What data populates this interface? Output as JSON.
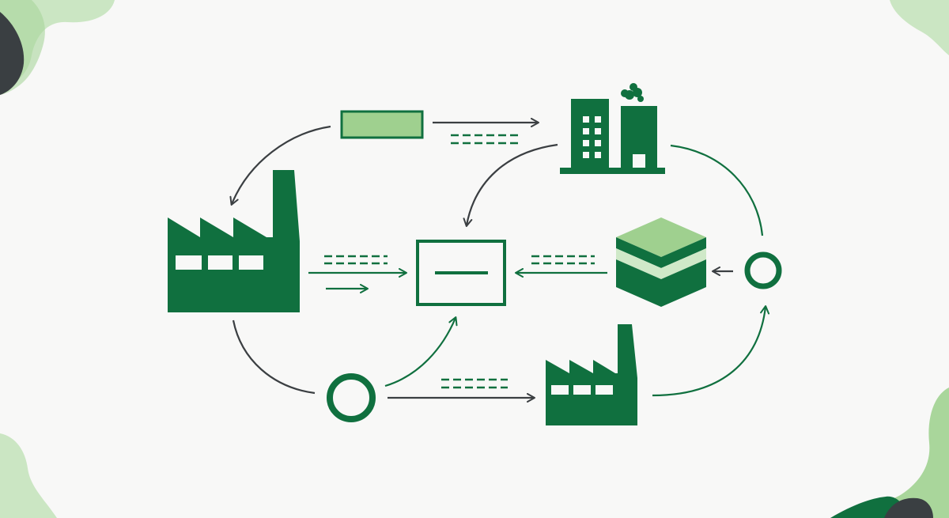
{
  "colors": {
    "background": "#f8f8f7",
    "dark_green": "#10703f",
    "light_green": "#9fd08f",
    "pale_green": "#cfe9c8",
    "blob_light": "#cbe6c3",
    "blob_mid": "#a9d69b",
    "charcoal": "#3a3f42",
    "arrow_dark": "#3b3f42"
  },
  "nodes": [
    {
      "id": "green-bar",
      "icon": "horizontal-bar-icon"
    },
    {
      "id": "office-building",
      "icon": "office-building-with-smoke-icon"
    },
    {
      "id": "large-factory",
      "icon": "factory-icon"
    },
    {
      "id": "center-box",
      "icon": "rectangle-with-dash-icon"
    },
    {
      "id": "layer-stack",
      "icon": "stacked-layers-icon"
    },
    {
      "id": "ring-right",
      "icon": "ring-icon"
    },
    {
      "id": "ring-bottom",
      "icon": "ring-icon"
    },
    {
      "id": "small-factory",
      "icon": "factory-icon"
    }
  ],
  "connections": [
    {
      "from": "green-bar",
      "to": "office-building"
    },
    {
      "from": "green-bar",
      "to": "large-factory"
    },
    {
      "from": "office-building",
      "to": "center-box"
    },
    {
      "from": "office-building",
      "to": "ring-right"
    },
    {
      "from": "large-factory",
      "to": "center-box"
    },
    {
      "from": "layer-stack",
      "to": "center-box"
    },
    {
      "from": "ring-right",
      "to": "layer-stack"
    },
    {
      "from": "large-factory",
      "to": "ring-bottom"
    },
    {
      "from": "ring-bottom",
      "to": "center-box"
    },
    {
      "from": "ring-bottom",
      "to": "small-factory"
    },
    {
      "from": "small-factory",
      "to": "ring-right"
    }
  ]
}
